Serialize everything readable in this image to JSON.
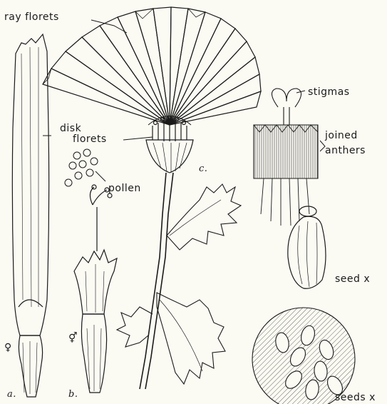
{
  "labels": {
    "ray_florets": "ray florets",
    "disk_florets_1": "disk",
    "disk_florets_2": "florets",
    "pollen": "pollen",
    "stigmas": "stigmas",
    "joined_anthers_1": "joined",
    "joined_anthers_2": "anthers",
    "seed": "seed  x",
    "seeds": "seeds  x",
    "fig_a": "a.",
    "fig_b": "b.",
    "fig_c": "c.",
    "female_symbol": "♀",
    "bisexual_symbol": "⚥"
  },
  "colors": {
    "ink": "#1a1a1a",
    "paper": "#fbfaf3"
  }
}
